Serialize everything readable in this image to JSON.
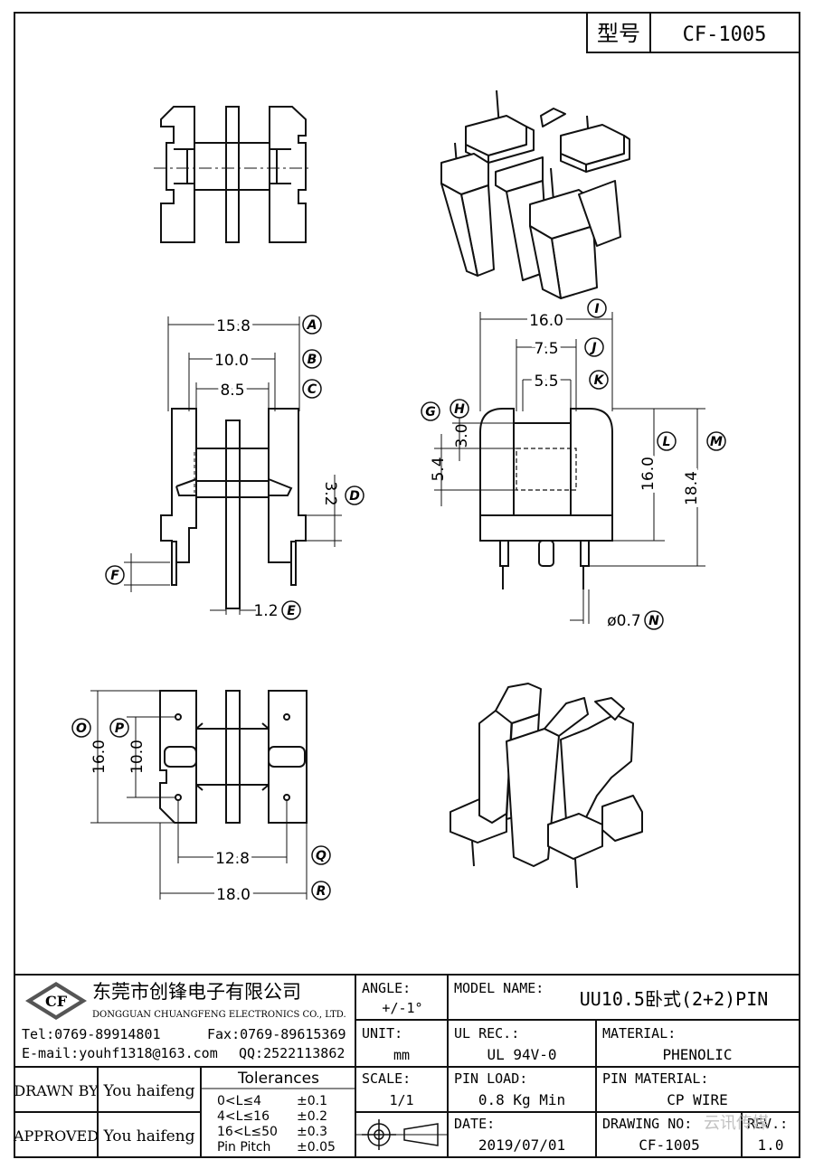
{
  "title_block": {
    "model_label": "型号",
    "model_value": "CF-1005"
  },
  "dimensions": {
    "A": "15.8",
    "B": "10.0",
    "C": "8.5",
    "D": "3.2",
    "E": "1.2",
    "I": "16.0",
    "J": "7.5",
    "K": "5.5",
    "H": "3.0",
    "G": "5.4",
    "L": "16.0",
    "M": "18.4",
    "N": "ø0.7",
    "O": "16.0",
    "P": "10.0",
    "Q": "12.8",
    "R": "18.0"
  },
  "callouts": [
    "A",
    "B",
    "C",
    "D",
    "E",
    "F",
    "G",
    "H",
    "I",
    "J",
    "K",
    "L",
    "M",
    "N",
    "O",
    "P",
    "Q",
    "R"
  ],
  "company": {
    "logo_text": "CF",
    "name_cn": "东莞市创锋电子有限公司",
    "name_en": "DONGGUAN CHUANGFENG ELECTRONICS CO., LTD.",
    "tel": "Tel:0769-89914801",
    "fax": "Fax:0769-89615369",
    "email": "E-mail:youhf1318@163.com",
    "qq": "QQ:2522113862"
  },
  "drawn_by_label": "DRAWN BY",
  "drawn_by": "You haifeng",
  "approved_label": "APPROVED",
  "approved_by": "You haifeng",
  "tolerances": {
    "title": "Tolerances",
    "rows": [
      {
        "range": "0<L≤4",
        "tol": "±0.1"
      },
      {
        "range": "4<L≤16",
        "tol": "±0.2"
      },
      {
        "range": "16<L≤50",
        "tol": "±0.3"
      },
      {
        "range": "Pin Pitch",
        "tol": "±0.05"
      }
    ]
  },
  "angle_label": "ANGLE:",
  "angle_value": "+/-1°",
  "unit_label": "UNIT:",
  "unit_value": "mm",
  "scale_label": "SCALE:",
  "scale_value": "1/1",
  "model_name_label": "MODEL NAME:",
  "model_name_value": "UU10.5卧式(2+2)PIN",
  "ul_label": "UL REC.:",
  "ul_value": "UL 94V-0",
  "material_label": "MATERIAL:",
  "material_value": "PHENOLIC",
  "pin_load_label": "PIN LOAD:",
  "pin_load_value": "0.8 Kg Min",
  "pin_material_label": "PIN MATERIAL:",
  "pin_material_value": "CP WIRE",
  "date_label": "DATE:",
  "date_value": "2019/07/01",
  "drawing_no_label": "DRAWING NO:",
  "drawing_no_value": "CF-1005",
  "rev_label": "REV.:",
  "rev_value": "1.0",
  "watermark": "云讯传媒"
}
